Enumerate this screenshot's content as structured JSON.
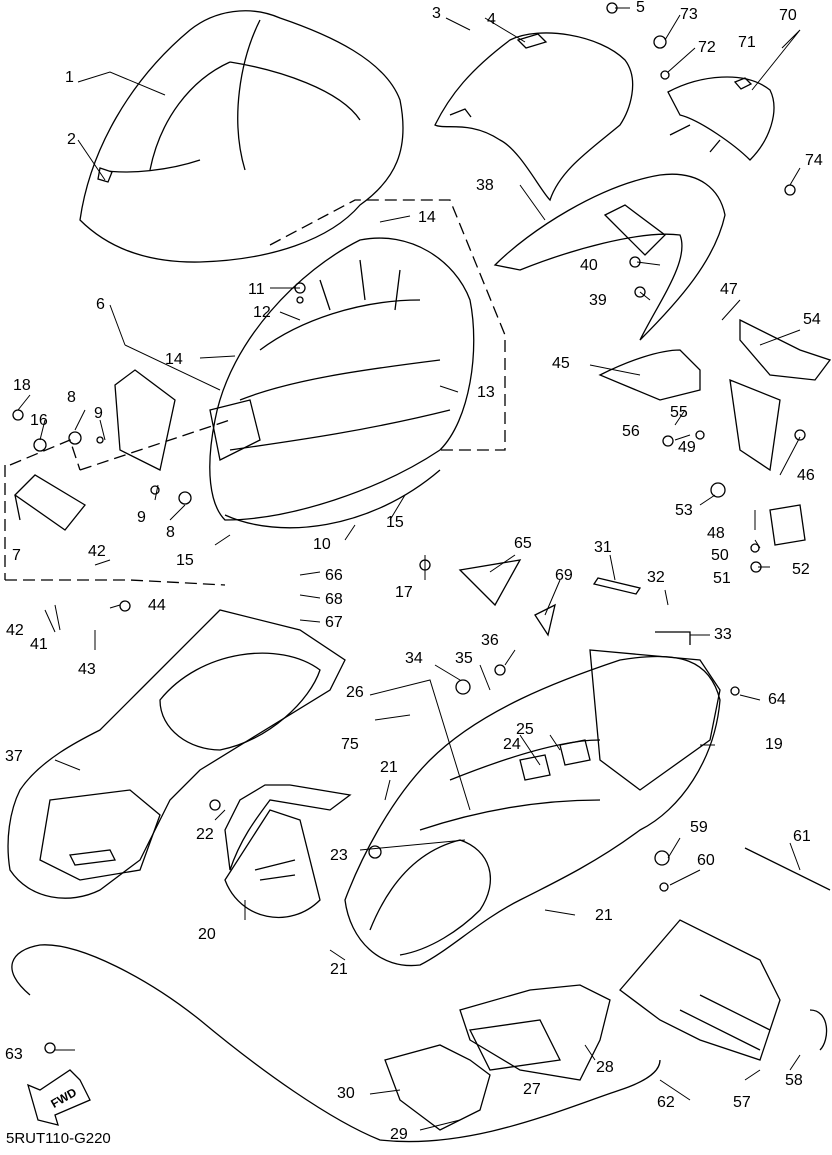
{
  "diagram_code": "5RUT110-G220",
  "fwd_label": "FWD",
  "callouts": [
    {
      "id": "c1",
      "text": "1"
    },
    {
      "id": "c2",
      "text": "2"
    },
    {
      "id": "c3",
      "text": "3"
    },
    {
      "id": "c4",
      "text": "4"
    },
    {
      "id": "c5",
      "text": "5"
    },
    {
      "id": "c6",
      "text": "6"
    },
    {
      "id": "c7",
      "text": "7"
    },
    {
      "id": "c8a",
      "text": "8"
    },
    {
      "id": "c8b",
      "text": "8"
    },
    {
      "id": "c9a",
      "text": "9"
    },
    {
      "id": "c9b",
      "text": "9"
    },
    {
      "id": "c10",
      "text": "10"
    },
    {
      "id": "c11",
      "text": "11"
    },
    {
      "id": "c12",
      "text": "12"
    },
    {
      "id": "c13",
      "text": "13"
    },
    {
      "id": "c14a",
      "text": "14"
    },
    {
      "id": "c14b",
      "text": "14"
    },
    {
      "id": "c15a",
      "text": "15"
    },
    {
      "id": "c15b",
      "text": "15"
    },
    {
      "id": "c16",
      "text": "16"
    },
    {
      "id": "c17",
      "text": "17"
    },
    {
      "id": "c18",
      "text": "18"
    },
    {
      "id": "c19",
      "text": "19"
    },
    {
      "id": "c20",
      "text": "20"
    },
    {
      "id": "c21a",
      "text": "21"
    },
    {
      "id": "c21b",
      "text": "21"
    },
    {
      "id": "c21c",
      "text": "21"
    },
    {
      "id": "c22",
      "text": "22"
    },
    {
      "id": "c23",
      "text": "23"
    },
    {
      "id": "c24",
      "text": "24"
    },
    {
      "id": "c25",
      "text": "25"
    },
    {
      "id": "c26",
      "text": "26"
    },
    {
      "id": "c27",
      "text": "27"
    },
    {
      "id": "c28",
      "text": "28"
    },
    {
      "id": "c29",
      "text": "29"
    },
    {
      "id": "c30",
      "text": "30"
    },
    {
      "id": "c31",
      "text": "31"
    },
    {
      "id": "c32",
      "text": "32"
    },
    {
      "id": "c33",
      "text": "33"
    },
    {
      "id": "c34",
      "text": "34"
    },
    {
      "id": "c35",
      "text": "35"
    },
    {
      "id": "c36",
      "text": "36"
    },
    {
      "id": "c37",
      "text": "37"
    },
    {
      "id": "c38",
      "text": "38"
    },
    {
      "id": "c39",
      "text": "39"
    },
    {
      "id": "c40",
      "text": "40"
    },
    {
      "id": "c41",
      "text": "41"
    },
    {
      "id": "c42a",
      "text": "42"
    },
    {
      "id": "c42b",
      "text": "42"
    },
    {
      "id": "c43",
      "text": "43"
    },
    {
      "id": "c44",
      "text": "44"
    },
    {
      "id": "c45",
      "text": "45"
    },
    {
      "id": "c46",
      "text": "46"
    },
    {
      "id": "c47",
      "text": "47"
    },
    {
      "id": "c48",
      "text": "48"
    },
    {
      "id": "c49",
      "text": "49"
    },
    {
      "id": "c50",
      "text": "50"
    },
    {
      "id": "c51",
      "text": "51"
    },
    {
      "id": "c52",
      "text": "52"
    },
    {
      "id": "c53",
      "text": "53"
    },
    {
      "id": "c54",
      "text": "54"
    },
    {
      "id": "c55",
      "text": "55"
    },
    {
      "id": "c56",
      "text": "56"
    },
    {
      "id": "c57",
      "text": "57"
    },
    {
      "id": "c58",
      "text": "58"
    },
    {
      "id": "c59",
      "text": "59"
    },
    {
      "id": "c60",
      "text": "60"
    },
    {
      "id": "c61",
      "text": "61"
    },
    {
      "id": "c62",
      "text": "62"
    },
    {
      "id": "c63",
      "text": "63"
    },
    {
      "id": "c64",
      "text": "64"
    },
    {
      "id": "c65",
      "text": "65"
    },
    {
      "id": "c66",
      "text": "66"
    },
    {
      "id": "c67",
      "text": "67"
    },
    {
      "id": "c68",
      "text": "68"
    },
    {
      "id": "c69",
      "text": "69"
    },
    {
      "id": "c70",
      "text": "70"
    },
    {
      "id": "c71",
      "text": "71"
    },
    {
      "id": "c72",
      "text": "72"
    },
    {
      "id": "c73",
      "text": "73"
    },
    {
      "id": "c74",
      "text": "74"
    },
    {
      "id": "c75",
      "text": "75"
    }
  ]
}
